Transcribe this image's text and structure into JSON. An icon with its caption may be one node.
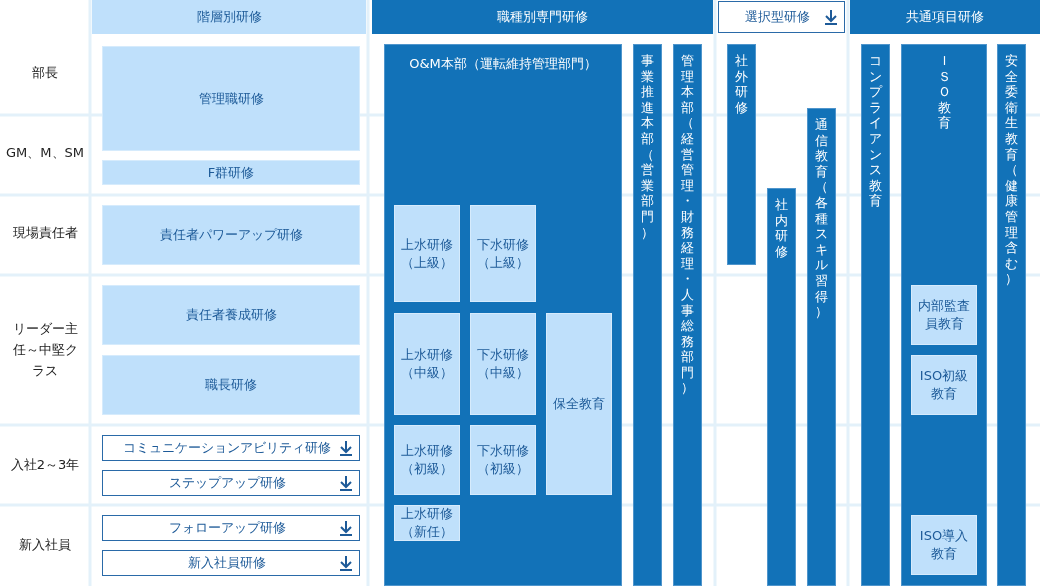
{
  "diagram": {
    "nodes": [
      {
        "text": [
          "階層別研修"
        ]
      },
      {
        "text": [
          "職種別専門研修"
        ]
      },
      {
        "text": [
          "選択型研修"
        ]
      },
      {
        "text": [
          "共通項目研修"
        ]
      },
      {
        "text": [
          "管理職研修"
        ]
      },
      {
        "text": [
          "F群研修"
        ]
      },
      {
        "text": [
          "責任者パワーアップ研修"
        ]
      },
      {
        "text": [
          "責任者養成研修"
        ]
      },
      {
        "text": [
          "職長研修"
        ]
      },
      {
        "text": [
          "コミュニケーションアビリティ研修"
        ]
      },
      {
        "text": [
          "ステップアップ研修"
        ]
      },
      {
        "text": [
          "フォローアップ研修"
        ]
      },
      {
        "text": [
          "新入社員研修"
        ]
      },
      {
        "text": [
          "O&M本部（運転維持管理部門）"
        ]
      },
      {
        "text": [
          "上水研修（上級）"
        ],
        "in": 13
      },
      {
        "text": [
          "下水研修（上級）"
        ],
        "in": 13
      },
      {
        "text": [
          "上水研修（中級）"
        ],
        "in": 13
      },
      {
        "text": [
          "下水研修（中級）"
        ],
        "in": 13
      },
      {
        "text": [
          "保全教育"
        ],
        "in": 13
      },
      {
        "text": [
          "上水研修（初級）"
        ],
        "in": 13
      },
      {
        "text": [
          "下水研修（初級）"
        ],
        "in": 13
      },
      {
        "text": [
          "上水研修（新任）"
        ],
        "in": 13
      },
      {
        "text": [
          "事業推進本部（営業部門）"
        ]
      },
      {
        "text": [
          "管理本部（経営管理・財務経理・人事総務部門）"
        ]
      },
      {
        "text": [
          "社外研修"
        ]
      },
      {
        "text": [
          "社内研修"
        ]
      },
      {
        "text": [
          "通信教育（各種スキル習得）"
        ]
      },
      {
        "text": [
          "コンプライアンス教育"
        ]
      },
      {
        "text": [
          "ＩＳＯ教育"
        ]
      },
      {
        "text": [
          "内部監査員教育"
        ],
        "in": 28
      },
      {
        "text": [
          "ISO初級教育"
        ],
        "in": 28
      },
      {
        "text": [
          "ISO導入教育"
        ],
        "in": 28
      },
      {
        "text": [
          "安全委衛生教育（健康管理含む）"
        ]
      }
    ],
    "labels": [
      "部長",
      "GM、M、SM",
      "現場責任者",
      "リーダー主任～中堅クラス",
      "入社2～3年",
      "新入社員"
    ]
  }
}
